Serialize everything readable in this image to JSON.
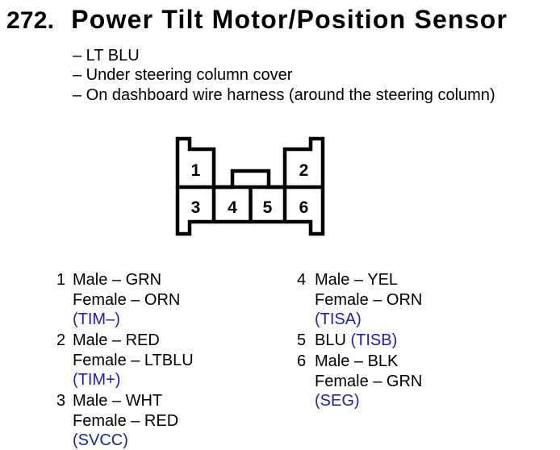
{
  "colors": {
    "signal_blue": "#1e1eb4",
    "text_black": "#000000",
    "background": "#ffffff"
  },
  "header": {
    "number": "272.",
    "title": "Power Tilt Motor/Position Sensor"
  },
  "notes": {
    "items": [
      "– LT BLU",
      "– Under steering column cover",
      "– On dashboard wire harness (around the steering column)"
    ]
  },
  "connector": {
    "cells": [
      "1",
      "2",
      "3",
      "4",
      "5",
      "6"
    ]
  },
  "pins": {
    "left": [
      {
        "number": "1",
        "lines": [
          {
            "text": "Male – GRN"
          },
          {
            "text": "Female – ORN"
          },
          {
            "signal": "(TIM–)"
          }
        ]
      },
      {
        "number": "2",
        "lines": [
          {
            "text": "Male – RED"
          },
          {
            "text": "Female – LTBLU"
          },
          {
            "signal": "(TIM+)"
          }
        ]
      },
      {
        "number": "3",
        "lines": [
          {
            "text": "Male – WHT"
          },
          {
            "text": "Female – RED"
          },
          {
            "signal": "(SVCC)"
          }
        ]
      }
    ],
    "right": [
      {
        "number": "4",
        "lines": [
          {
            "text": "Male – YEL"
          },
          {
            "text": "Female – ORN"
          },
          {
            "signal": "(TISA)"
          }
        ]
      },
      {
        "number": "5",
        "lines": [
          {
            "text": "BLU ",
            "signal": "(TISB)"
          }
        ]
      },
      {
        "number": "6",
        "lines": [
          {
            "text": "Male – BLK"
          },
          {
            "text": "Female – GRN"
          },
          {
            "signal": "(SEG)"
          }
        ]
      }
    ]
  }
}
